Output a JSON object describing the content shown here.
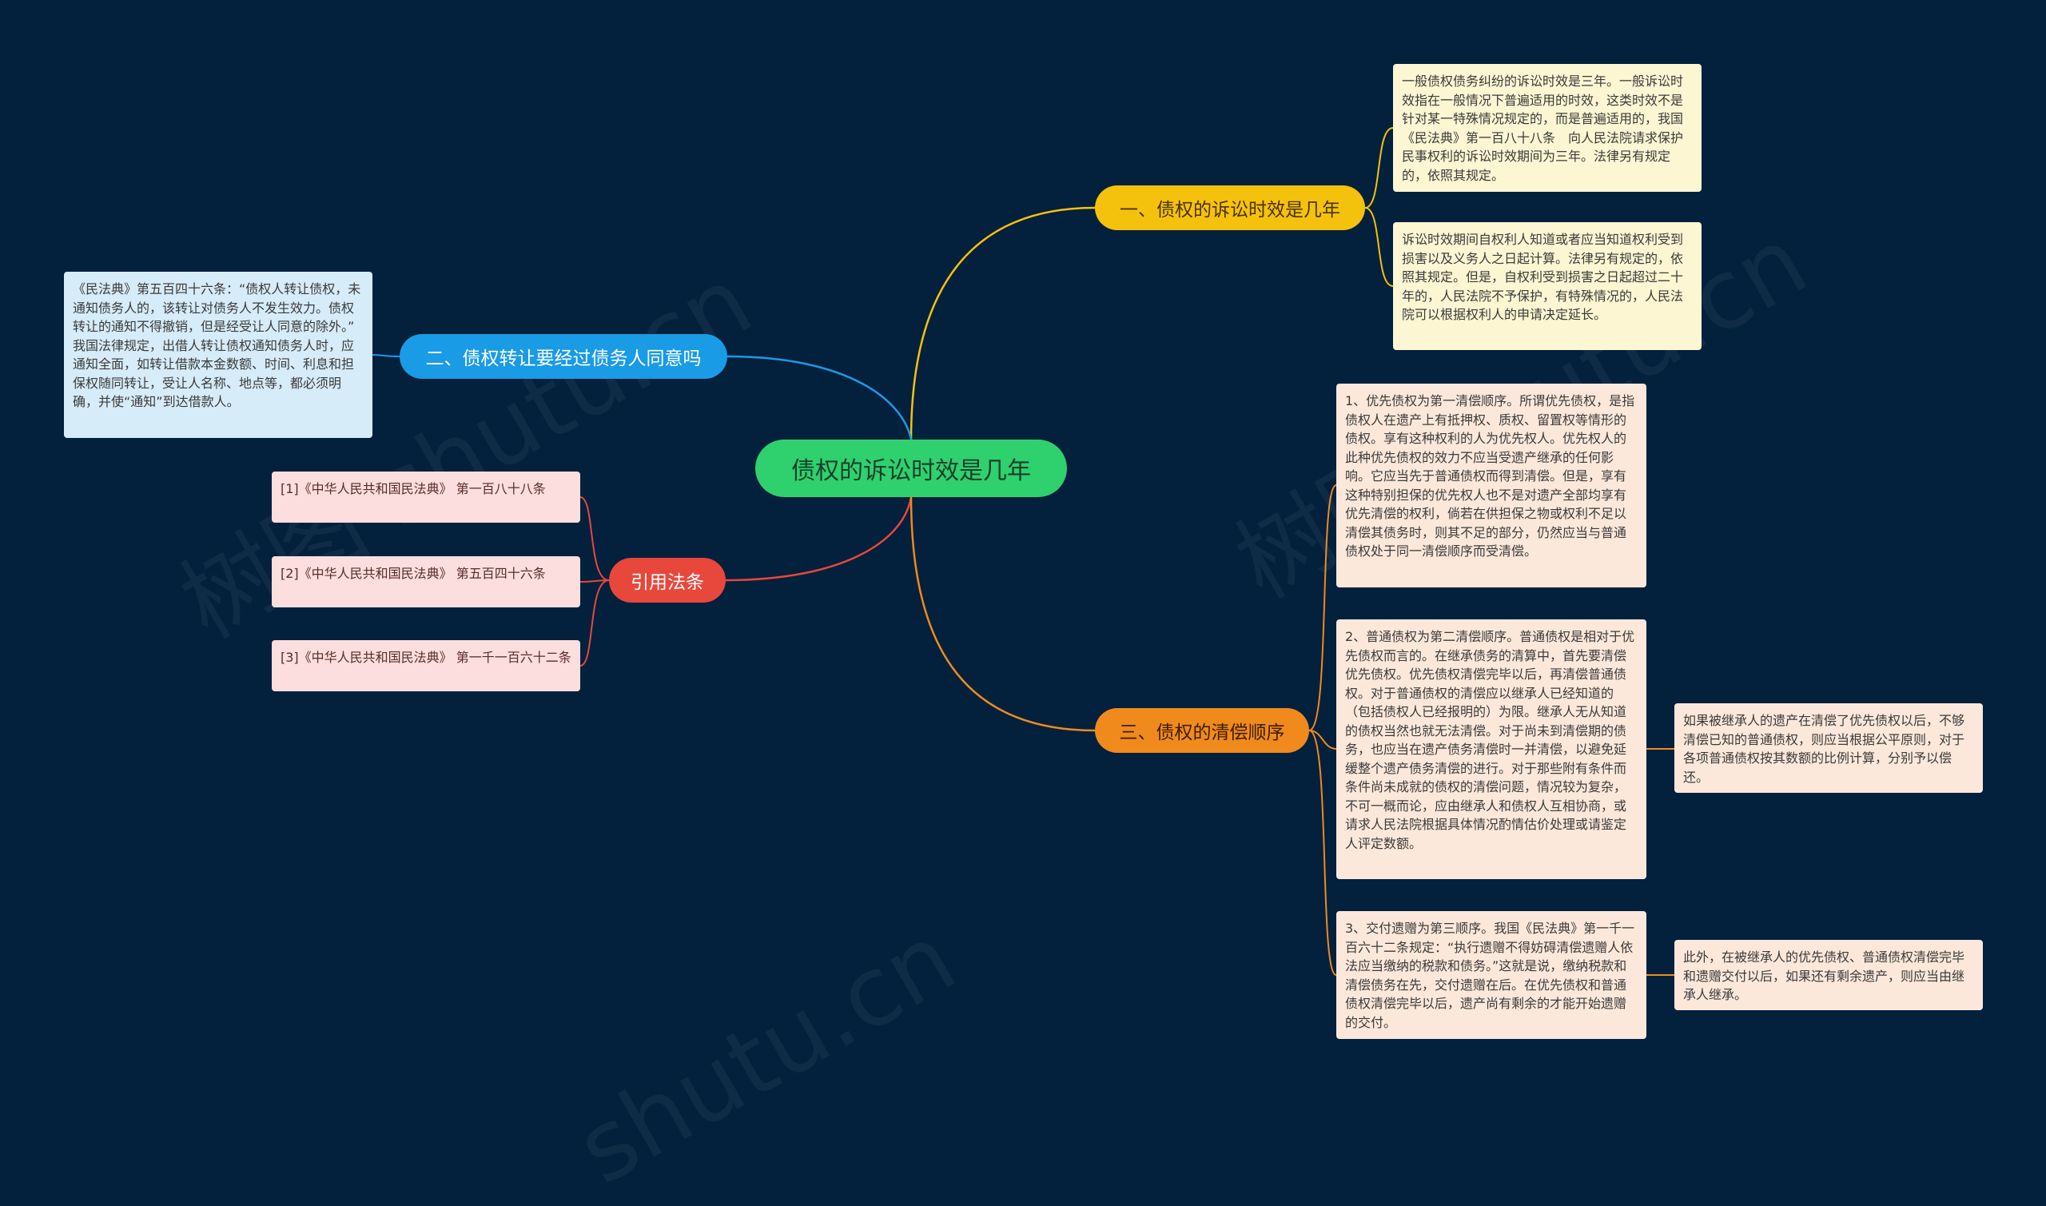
{
  "watermarks": [
    "树图 shutu.cn",
    "树图 shutu.cn",
    "shutu.cn"
  ],
  "root": "债权的诉讼时效是几年",
  "branches": {
    "b1": "一、债权的诉讼时效是几年",
    "b2": "二、债权转让要经过债务人同意吗",
    "b3": "引用法条",
    "b4": "三、债权的清偿顺序"
  },
  "nodes": {
    "n1": "一般债权债务纠纷的诉讼时效是三年。一般诉讼时效指在一般情况下普遍适用的时效，这类时效不是针对某一特殊情况规定的，而是普遍适用的，我国《民法典》第一百八十八条　向人民法院请求保护民事权利的诉讼时效期间为三年。法律另有规定的，依照其规定。",
    "n2": "诉讼时效期间自权利人知道或者应当知道权利受到损害以及义务人之日起计算。法律另有规定的，依照其规定。但是，自权利受到损害之日起超过二十年的，人民法院不予保护，有特殊情况的，人民法院可以根据权利人的申请决定延长。",
    "n3": "《民法典》第五百四十六条：“债权人转让债权，未通知债务人的，该转让对债务人不发生效力。债权转让的通知不得撤销，但是经受让人同意的除外。” 我国法律规定，出借人转让债权通知债务人时，应通知全面，如转让借款本金数额、时间、利息和担保权随同转让，受让人名称、地点等，都必须明确，并使“通知”到达借款人。",
    "c1": "[1]《中华人民共和国民法典》 第一百八十八条",
    "c2": "[2]《中华人民共和国民法典》 第五百四十六条",
    "c3": "[3]《中华人民共和国民法典》 第一千一百六十二条",
    "o1": "1、优先债权为第一清偿顺序。所谓优先债权，是指债权人在遗产上有抵押权、质权、留置权等情形的债权。享有这种权利的人为优先权人。优先权人的此种优先债权的效力不应当受遗产继承的任何影响。它应当先于普通债权而得到清偿。但是，享有这种特别担保的优先权人也不是对遗产全部均享有优先清偿的权利，倘若在供担保之物或权利不足以清偿其债务时，则其不足的部分，仍然应当与普通债权处于同一清偿顺序而受清偿。",
    "o2": "2、普通债权为第二清偿顺序。普通债权是相对于优先债权而言的。在继承债务的清算中，首先要清偿优先债权。优先债权清偿完毕以后，再清偿普通债权。对于普通债权的清偿应以继承人已经知道的（包括债权人已经报明的）为限。继承人无从知道的债权当然也就无法清偿。对于尚未到清偿期的债务，也应当在遗产债务清偿时一并清偿，以避免延缓整个遗产债务清偿的进行。对于那些附有条件而条件尚未成就的债权的清偿问题，情况较为复杂，不可一概而论，应由继承人和债权人互相协商，或请求人民法院根据具体情况酌情估价处理或请鉴定人评定数额。",
    "o3": "3、交付遗赠为第三顺序。我国《民法典》第一千一百六十二条规定：“执行遗赠不得妨碍清偿遗赠人依法应当缴纳的税款和债务。”这就是说，缴纳税款和清偿债务在先，交付遗赠在后。在优先债权和普通债权清偿完毕以后，遗产尚有剩余的才能开始遗赠的交付。",
    "o2x": "如果被继承人的遗产在清偿了优先债权以后，不够清偿已知的普通债权，则应当根据公平原则，对于各项普通债权按其数额的比例计算，分别予以偿还。",
    "o3x": "此外，在被继承人的优先债权、普通债权清偿完毕和遗赠交付以后，如果还有剩余遗产，则应当由继承人继承。"
  },
  "colors": {
    "background": "#03203d",
    "root": "#2fd06e",
    "branch1": "#f4c20d",
    "branch2": "#1a9be6",
    "branch3": "#e8473c",
    "branch4": "#f08a1d"
  }
}
